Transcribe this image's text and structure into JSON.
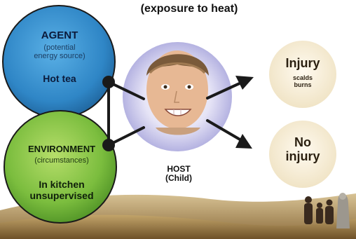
{
  "heading": "(exposure to heat)",
  "agent": {
    "title": "AGENT",
    "subtitle_line1": "(potential",
    "subtitle_line2": "energy source)",
    "value": "Hot tea"
  },
  "environment": {
    "title": "ENVIRONMENT",
    "subtitle": "(circumstances)",
    "value_line1": "In kitchen",
    "value_line2": "unsupervised"
  },
  "host": {
    "label_line1": "HOST",
    "label_line2": "(Child)"
  },
  "outcomes": {
    "injury_title": "Injury",
    "injury_sub1": "scalds",
    "injury_sub2": "burns",
    "no_injury_line1": "No",
    "no_injury_line2": "injury"
  },
  "colors": {
    "agent_circle": "#3a8fd0",
    "environment_circle": "#6fb83a",
    "host_circle": "#b9b8e6",
    "outcome_circle": "#f6ecd2",
    "connector": "#1a1a1a",
    "ground": "#b89a5e"
  },
  "icons": {
    "host_photo": "child-face-photo",
    "silhouette": "family-silhouette-icon"
  }
}
